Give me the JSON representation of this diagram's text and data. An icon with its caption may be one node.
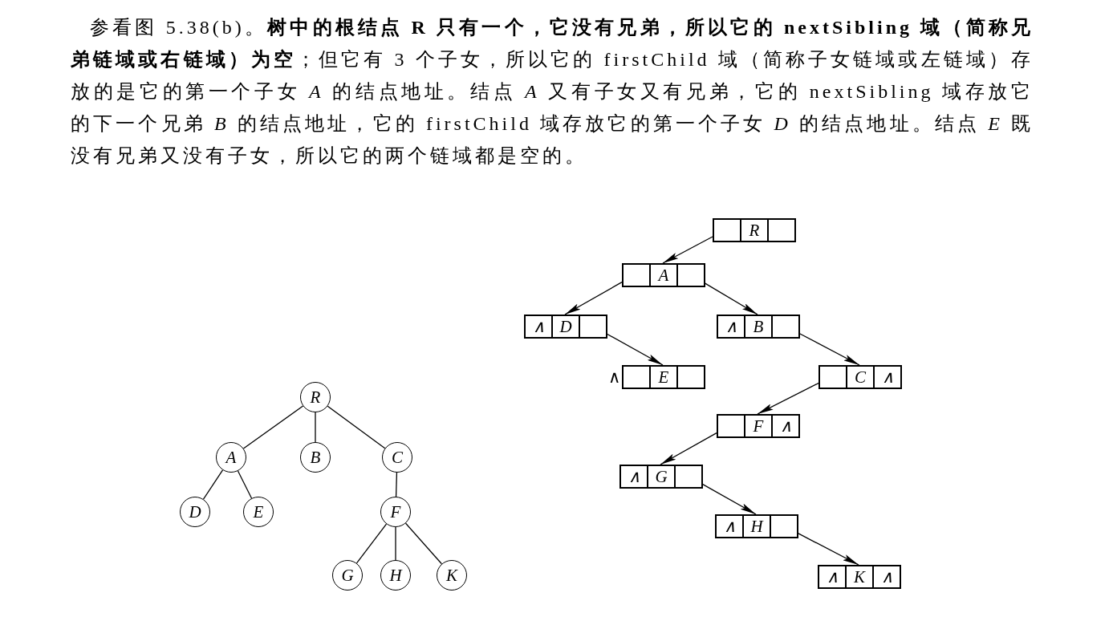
{
  "diagram": {
    "nodes": [
      {
        "text": [
          "R"
        ]
      },
      {
        "text": [
          "A"
        ]
      },
      {
        "text": [
          "B"
        ]
      },
      {
        "text": [
          "C"
        ]
      },
      {
        "text": [
          "D"
        ]
      },
      {
        "text": [
          "E"
        ]
      },
      {
        "text": [
          "F"
        ]
      },
      {
        "text": [
          "G"
        ]
      },
      {
        "text": [
          "H"
        ]
      },
      {
        "text": [
          "K"
        ]
      },
      {
        "text": [],
        "shape": "box"
      },
      {
        "text": [
          "R"
        ]
      },
      {
        "text": [],
        "shape": "box"
      },
      {
        "text": [],
        "shape": "box"
      },
      {
        "text": [
          "A"
        ]
      },
      {
        "text": [],
        "shape": "box"
      },
      {
        "text": [
          "∧"
        ]
      },
      {
        "text": [
          "D"
        ]
      },
      {
        "text": [],
        "shape": "box"
      },
      {
        "text": [
          "∧"
        ]
      },
      {
        "text": [
          "B"
        ]
      },
      {
        "text": [],
        "shape": "box"
      },
      {
        "text": [],
        "shape": "box",
        "beside": [
          "∧"
        ]
      },
      {
        "text": [
          "E"
        ]
      },
      {
        "text": [],
        "shape": "box"
      },
      {
        "text": [],
        "shape": "box"
      },
      {
        "text": [
          "C"
        ]
      },
      {
        "text": [
          "∧"
        ]
      },
      {
        "text": [],
        "shape": "box"
      },
      {
        "text": [
          "F"
        ]
      },
      {
        "text": [
          "∧"
        ]
      },
      {
        "text": [
          "∧"
        ]
      },
      {
        "text": [
          "G"
        ]
      },
      {
        "text": [],
        "shape": "box"
      },
      {
        "text": [
          "∧"
        ]
      },
      {
        "text": [
          "H"
        ]
      },
      {
        "text": [],
        "shape": "box"
      },
      {
        "text": [
          "∧"
        ]
      },
      {
        "text": [
          "K"
        ]
      },
      {
        "text": [
          "∧"
        ]
      }
    ],
    "edges": [
      {
        "from": 0,
        "to": 1,
        "arrow": "none"
      },
      {
        "from": 0,
        "to": 2,
        "arrow": "none"
      },
      {
        "from": 0,
        "to": 3,
        "arrow": "none"
      },
      {
        "from": 1,
        "to": 4,
        "arrow": "none"
      },
      {
        "from": 1,
        "to": 5,
        "arrow": "none"
      },
      {
        "from": 3,
        "to": 6,
        "arrow": "none"
      },
      {
        "from": 6,
        "to": 7,
        "arrow": "none"
      },
      {
        "from": 6,
        "to": 8,
        "arrow": "none"
      },
      {
        "from": 6,
        "to": 9,
        "arrow": "none"
      },
      {
        "from": 10,
        "to": 14,
        "arrow": "to"
      },
      {
        "from": 13,
        "to": 17,
        "arrow": "to"
      },
      {
        "from": 15,
        "to": 20,
        "arrow": "to"
      },
      {
        "from": 18,
        "to": 23,
        "arrow": "to"
      },
      {
        "from": 21,
        "to": 26,
        "arrow": "to"
      },
      {
        "from": 25,
        "to": 29,
        "arrow": "to"
      },
      {
        "from": 28,
        "to": 32,
        "arrow": "to"
      },
      {
        "from": 33,
        "to": 35,
        "arrow": "to"
      },
      {
        "from": 36,
        "to": 38,
        "arrow": "to"
      }
    ],
    "labels": [
      "参看图 5.38(b)。**树中的根结点 R 只有一个，它没有兄弟，所以它的 nextSibling 域（简称兄弟链域或右链域）为空**；但它有 3 个子女，所以它的 firstChild 域（简称子女链域或左链域）存放的是它的第一个子女 *A* 的结点地址。结点 *A* 又有子女又有兄弟，它的 nextSibling 域存放它的下一个兄弟 *B* 的结点地址，它的 firstChild 域存放它的第一个子女 *D* 的结点地址。结点 *E* 既没有兄弟又没有子女，所以它的两个链域都是空的。"
    ]
  }
}
